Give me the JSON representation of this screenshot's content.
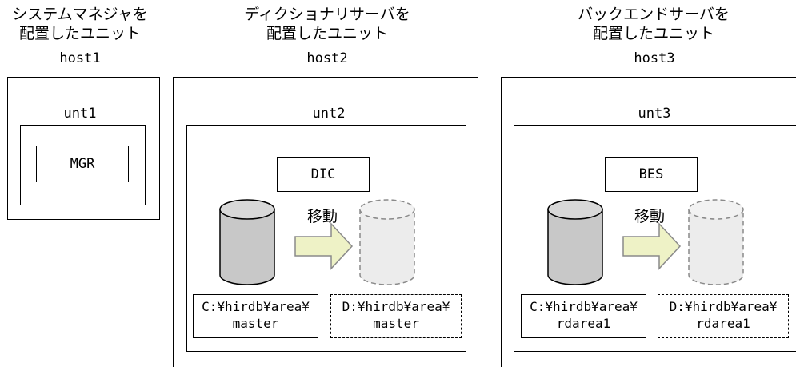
{
  "captions": {
    "host1": "システムマネジャを\n配置したユニット",
    "host2": "ディクショナリサーバを\n配置したユニット",
    "host3": "バックエンドサーバを\n配置したユニット"
  },
  "hosts": [
    "host1",
    "host2",
    "host3"
  ],
  "units": [
    "unt1",
    "unt2",
    "unt3"
  ],
  "servers": [
    "MGR",
    "DIC",
    "BES"
  ],
  "move_label": "移動",
  "paths": {
    "dic_src": "C:¥hirdb¥area¥\nmaster",
    "dic_dst": "D:¥hirdb¥area¥\nmaster",
    "bes_src": "C:¥hirdb¥area¥\nrdarea1",
    "bes_dst": "D:¥hirdb¥area¥\nrdarea1"
  },
  "colors": {
    "cylinder_solid": "#c8c8c8",
    "cylinder_ghost": "#ececec",
    "arrow_fill": "#eef2c6",
    "ghost_stroke": "#8a8a8a"
  }
}
